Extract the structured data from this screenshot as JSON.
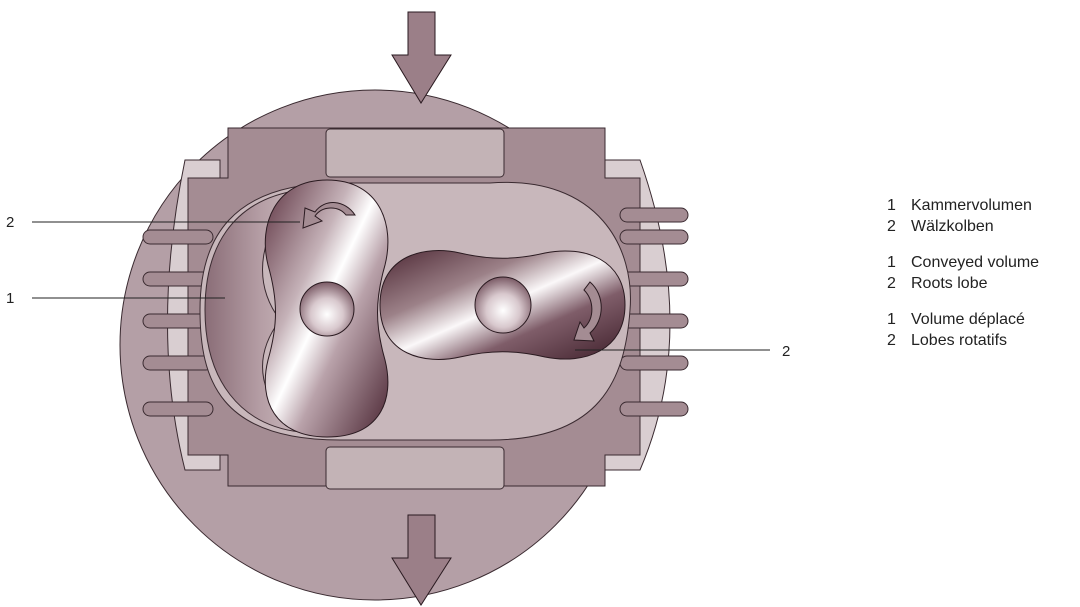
{
  "callouts": {
    "left_lobe_number": "2",
    "chamber_number": "1",
    "right_lobe_number": "2"
  },
  "legend": [
    {
      "items": [
        {
          "num": "1",
          "text": "Kammervolumen"
        },
        {
          "num": "2",
          "text": "Wälzkolben"
        }
      ]
    },
    {
      "items": [
        {
          "num": "1",
          "text": "Conveyed volume"
        },
        {
          "num": "2",
          "text": "Roots lobe"
        }
      ]
    },
    {
      "items": [
        {
          "num": "1",
          "text": "Volume déplacé"
        },
        {
          "num": "2",
          "text": "Lobes rotatifs"
        }
      ]
    }
  ],
  "colors": {
    "housing": "#a48c93",
    "housing_dark": "#8f7680",
    "chamber": "#c8b7bb",
    "port": "#c3b3b6",
    "outer_ring": "#b49fa6",
    "fins_bg": "#d9ced1",
    "lobe_dark": "#4f2a37",
    "lobe_light": "#f4eff1",
    "arrow": "#9b7f88"
  },
  "icons": {
    "inlet": "arrow-down-icon",
    "outlet": "arrow-down-icon",
    "left_rotation": "rotation-arrow-icon",
    "right_rotation": "rotation-arrow-icon"
  }
}
